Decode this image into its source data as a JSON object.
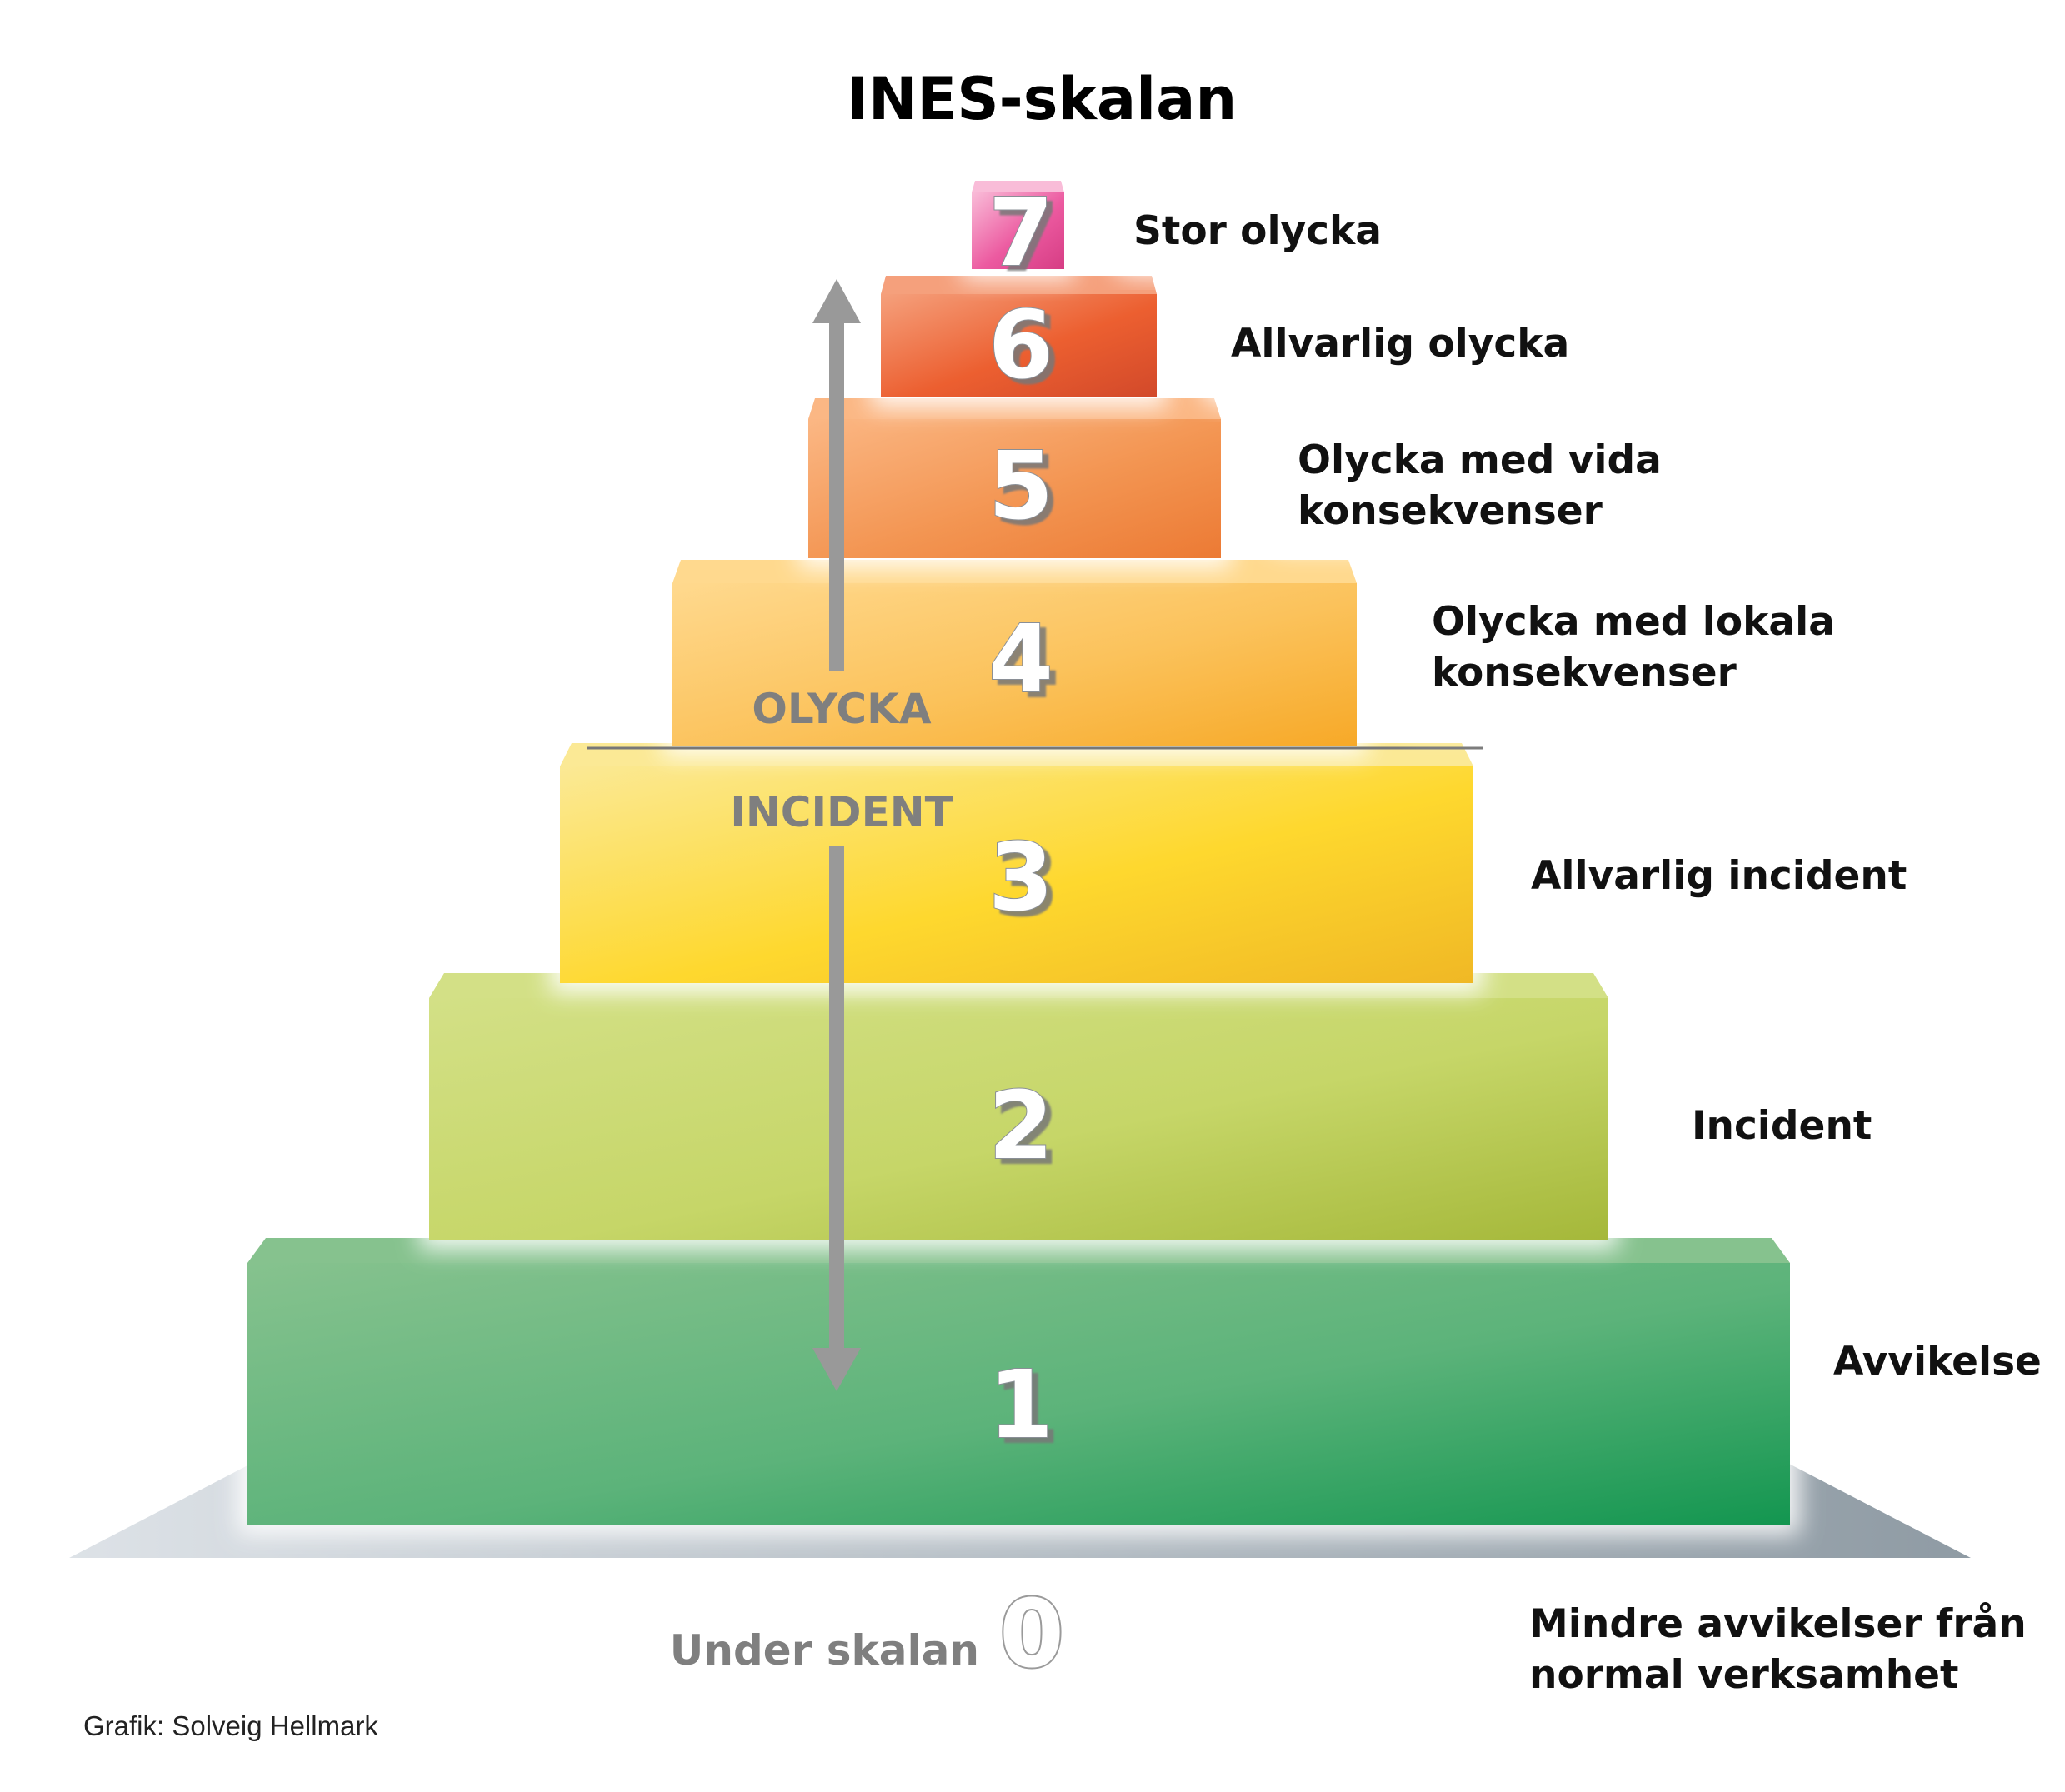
{
  "title": "INES-skalan",
  "levels": [
    {
      "num": "1",
      "label_lines": [
        "Avvikelse"
      ],
      "top": "#86c28e",
      "front": "#5cb37a",
      "front2": "#139650"
    },
    {
      "num": "2",
      "label_lines": [
        "Incident"
      ],
      "top": "#d3e086",
      "front": "#c6d668",
      "front2": "#a5b83a"
    },
    {
      "num": "3",
      "label_lines": [
        "Allvarlig incident"
      ],
      "top": "#fbe995",
      "front": "#fed82e",
      "front2": "#f0b825"
    },
    {
      "num": "4",
      "label_lines": [
        "Olycka med lokala",
        "konsekvenser"
      ],
      "top": "#ffd98e",
      "front": "#fbc25b",
      "front2": "#f7a928"
    },
    {
      "num": "5",
      "label_lines": [
        "Olycka med vida",
        "konsekvenser"
      ],
      "top": "#fbb784",
      "front": "#f39552",
      "front2": "#ec7a34"
    },
    {
      "num": "6",
      "label_lines": [
        "Allvarlig olycka"
      ],
      "top": "#f5a07c",
      "front": "#ec5f30",
      "front2": "#d2492a"
    },
    {
      "num": "7",
      "label_lines": [
        "Stor olycka"
      ],
      "top": "#f9bcd8",
      "front": "#ec5aa0",
      "front2": "#d63d84"
    }
  ],
  "categories": {
    "upper": "OLYCKA",
    "lower": "INCIDENT"
  },
  "below_scale": {
    "label": "Under skalan",
    "num": "0",
    "label_lines": [
      "Mindre avvikelser från",
      "normal verksamhet"
    ]
  },
  "credit": "Grafik: Solveig Hellmark",
  "colors": {
    "base_left": "#dde2e7",
    "base_right": "#8f9ba4",
    "arrow": "#999999",
    "divider": "#777777"
  }
}
